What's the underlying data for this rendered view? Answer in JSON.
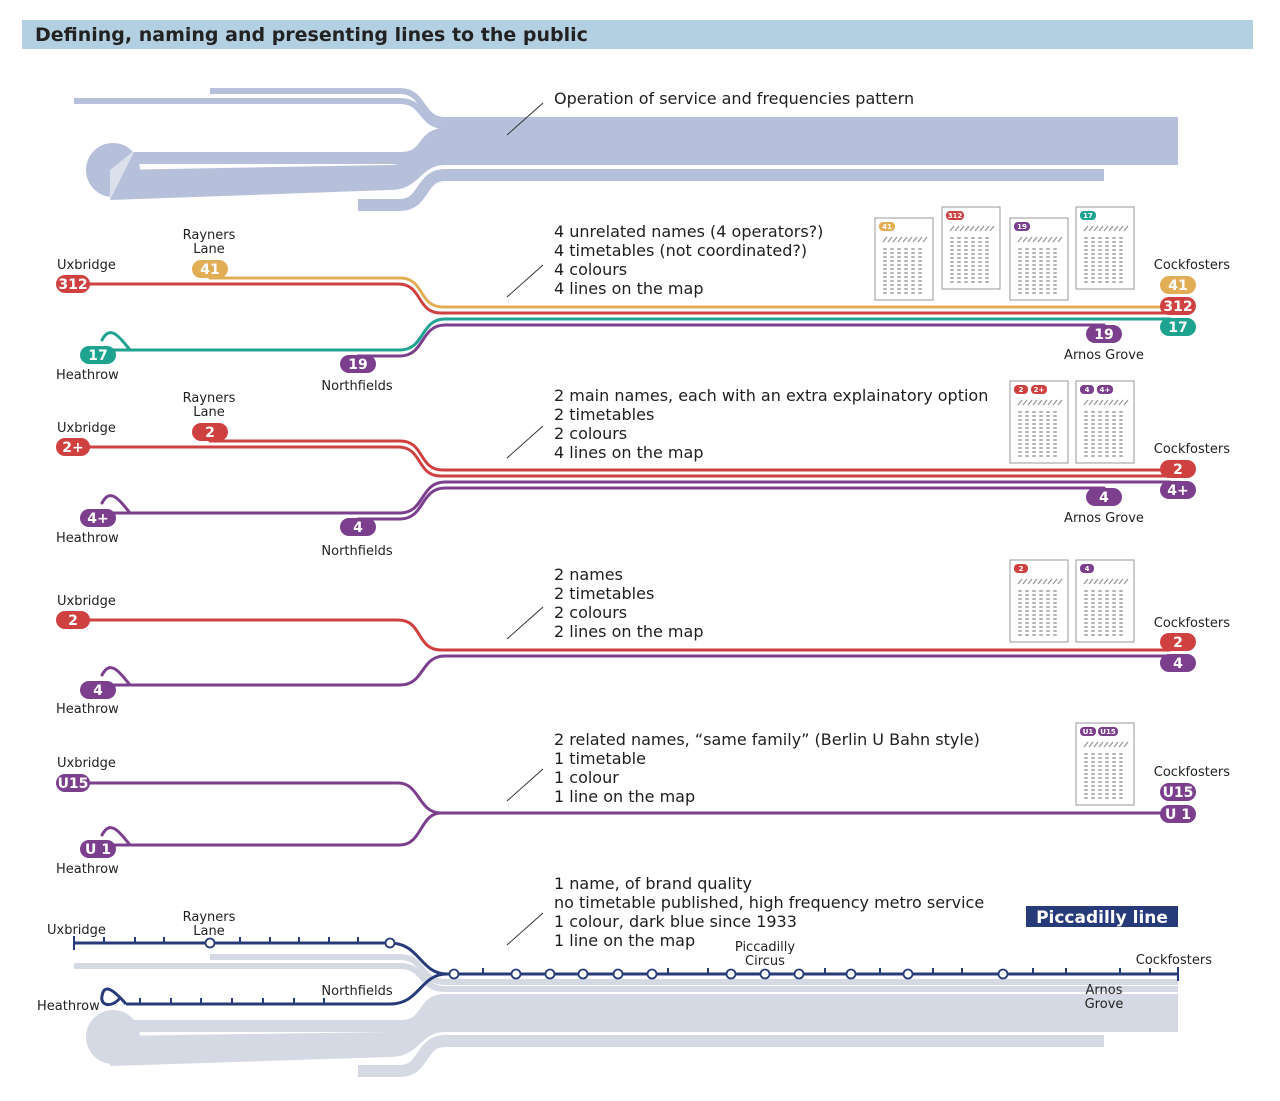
{
  "title": "Defining, naming and presenting lines to the public",
  "colors": {
    "background_track": "#b7c0da",
    "background_track_light": "#d5d9e4",
    "red": "#cf4141",
    "orange": "#e2ae55",
    "teal": "#1ea391",
    "purple": "#7b3f8e",
    "navy": "#273a7a",
    "header": "#b3d0e3"
  },
  "panels": [
    {
      "id": "pattern",
      "description": [
        "Operation of service and frequencies pattern"
      ]
    },
    {
      "id": "unrelated",
      "description": [
        "4 unrelated names (4 operators?)",
        "4 timetables (not coordinated?)",
        "4 colours",
        "4 lines  on the map"
      ],
      "stations": {
        "uxbridge": "Uxbridge",
        "rayners_lane_1": "Rayners",
        "rayners_lane_2": "Lane",
        "heathrow": "Heathrow",
        "northfields": "Northfields",
        "cockfosters": "Cockfosters",
        "arnos_grove": "Arnos Grove"
      },
      "badges": {
        "uxbridge": "312",
        "rayners": "41",
        "heathrow": "17",
        "northfields": "19",
        "end_top": "41",
        "end_mid": "312",
        "end_bottom": "17",
        "arnos": "19"
      },
      "timetables": [
        "41",
        "312",
        "19",
        "17"
      ]
    },
    {
      "id": "main-names",
      "description": [
        "2  main names, each with an extra explainatory option",
        "2 timetables",
        "2 colours",
        "4 lines on the map"
      ],
      "stations": {
        "uxbridge": "Uxbridge",
        "rayners_lane_1": "Rayners",
        "rayners_lane_2": "Lane",
        "heathrow": "Heathrow",
        "northfields": "Northfields",
        "cockfosters": "Cockfosters",
        "arnos_grove": "Arnos Grove"
      },
      "badges": {
        "uxbridge": "2+",
        "rayners": "2",
        "heathrow": "4+",
        "northfields": "4",
        "end_top": "2",
        "end_bottom": "4+",
        "arnos": "4"
      },
      "timetables": [
        [
          "2",
          "2+"
        ],
        [
          "4",
          "4+"
        ]
      ]
    },
    {
      "id": "two-names",
      "description": [
        "2  names",
        "2 timetables",
        "2 colours",
        "2 lines on the map"
      ],
      "stations": {
        "uxbridge": "Uxbridge",
        "heathrow": "Heathrow",
        "cockfosters": "Cockfosters"
      },
      "badges": {
        "uxbridge": "2",
        "heathrow": "4",
        "end_top": "2",
        "end_bottom": "4"
      },
      "timetables": [
        "2",
        "4"
      ]
    },
    {
      "id": "related-names",
      "description": [
        "2  related names, “same family” (Berlin U Bahn style)",
        "1 timetable",
        "1 colour",
        "1 line on the map"
      ],
      "stations": {
        "uxbridge": "Uxbridge",
        "heathrow": "Heathrow",
        "cockfosters": "Cockfosters"
      },
      "badges": {
        "uxbridge": "U15",
        "heathrow": "U 1",
        "end_top": "U15",
        "end_bottom": "U 1"
      },
      "timetables": [
        [
          "U1",
          "U15"
        ]
      ]
    },
    {
      "id": "brand",
      "description": [
        "1 name, of brand quality",
        "no timetable published, high frequency metro service",
        "1 colour, dark blue since 1933",
        "1 line on the map"
      ],
      "brand_label": "Piccadilly line",
      "stations": {
        "uxbridge": "Uxbridge",
        "rayners_lane_1": "Rayners",
        "rayners_lane_2": "Lane",
        "heathrow": "Heathrow",
        "northfields": "Northfields",
        "piccadilly_1": "Piccadilly",
        "piccadilly_2": "Circus",
        "cockfosters": "Cockfosters",
        "arnos_1": "Arnos",
        "arnos_2": "Grove"
      }
    }
  ]
}
